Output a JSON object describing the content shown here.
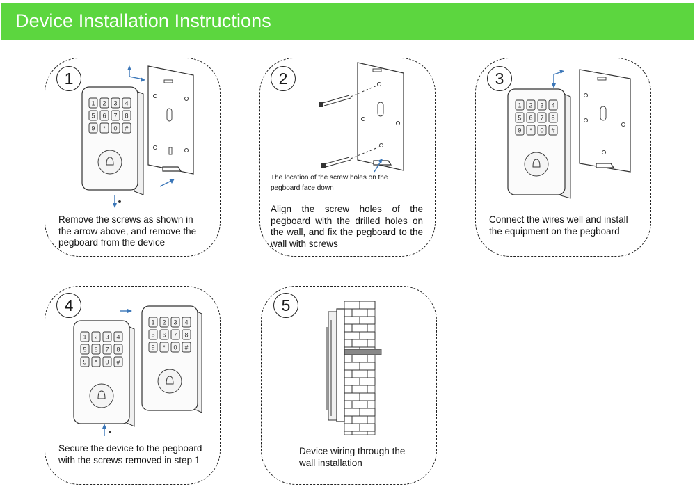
{
  "header": {
    "title": "Device Installation Instructions",
    "color": "#5cd63f"
  },
  "steps": [
    {
      "number": "1",
      "caption": "Remove the screws as shown in the arrow above, and remove the pegboard from the device"
    },
    {
      "number": "2",
      "caption": "Align the screw holes of the pegboard with the drilled holes on the wall, and fix the pegboard to the wall with screws",
      "note": "The location of the screw holes on the pegboard face down"
    },
    {
      "number": "3",
      "caption": "Connect the wires well and install the equipment on the pegboard"
    },
    {
      "number": "4",
      "caption": "Secure the device to the pegboard with the screws removed in step 1"
    },
    {
      "number": "5",
      "caption": "Device wiring through the wall installation"
    }
  ],
  "keypad_keys": [
    "1",
    "2",
    "3",
    "4",
    "5",
    "6",
    "7",
    "8",
    "9",
    "*",
    "0",
    "#"
  ],
  "arrow_color": "#3a76b8",
  "icons": [
    "arrow-icon",
    "keypad-device-icon",
    "pegboard-icon",
    "screw-icon",
    "brick-wall-icon"
  ]
}
